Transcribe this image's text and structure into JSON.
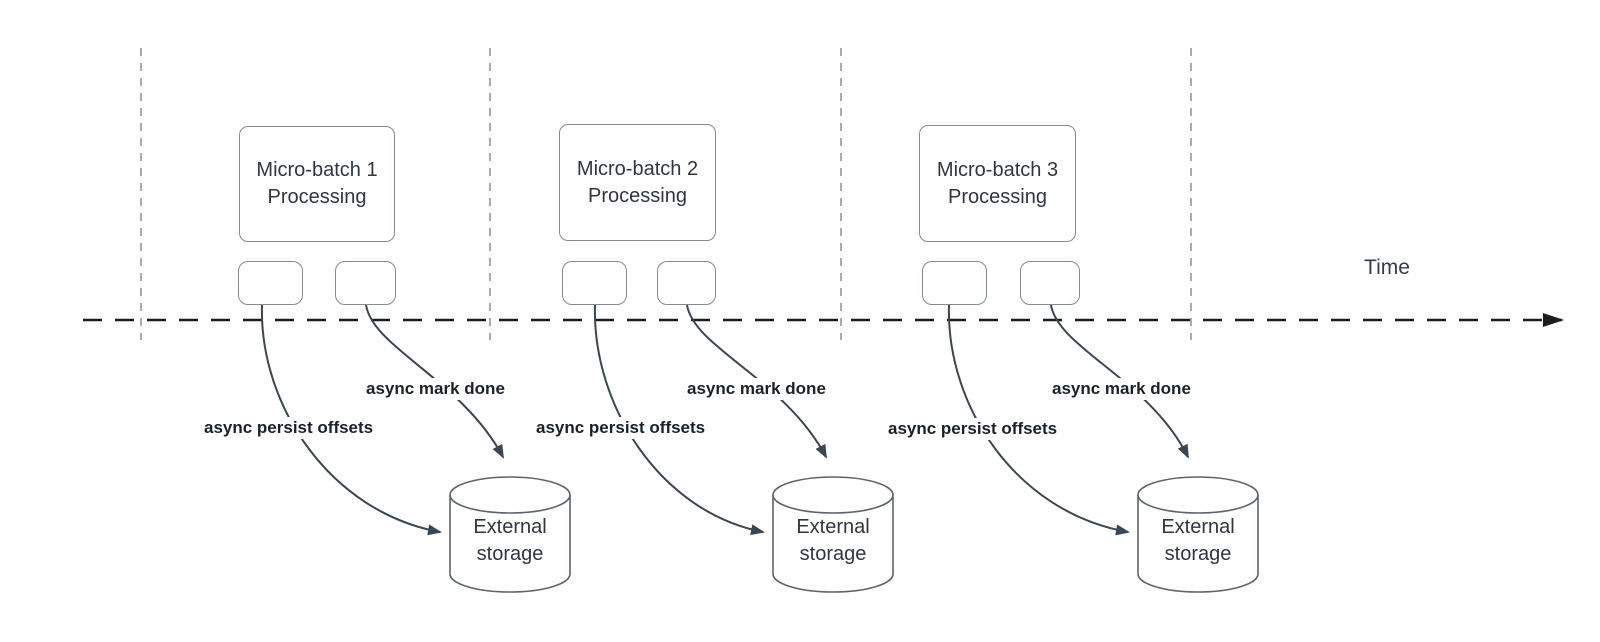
{
  "diagram": {
    "time_axis": {
      "label": "Time"
    },
    "batches": [
      {
        "title": "Micro-batch 1\nProcessing",
        "persist_label": "async persist offsets",
        "done_label": "async mark done",
        "storage_label": "External\nstorage"
      },
      {
        "title": "Micro-batch 2\nProcessing",
        "persist_label": "async persist offsets",
        "done_label": "async mark done",
        "storage_label": "External\nstorage"
      },
      {
        "title": "Micro-batch 3\nProcessing",
        "persist_label": "async persist offsets",
        "done_label": "async mark done",
        "storage_label": "External\nstorage"
      }
    ],
    "colors": {
      "shape_stroke": "#848a93",
      "cylinder_stroke": "#5b646e",
      "arrow_stroke": "#3b4651",
      "timeline_stroke": "#1d1d1d",
      "guide_stroke": "#ababab",
      "text": "#2f3640",
      "bold_label_text": "#1b2129"
    }
  }
}
